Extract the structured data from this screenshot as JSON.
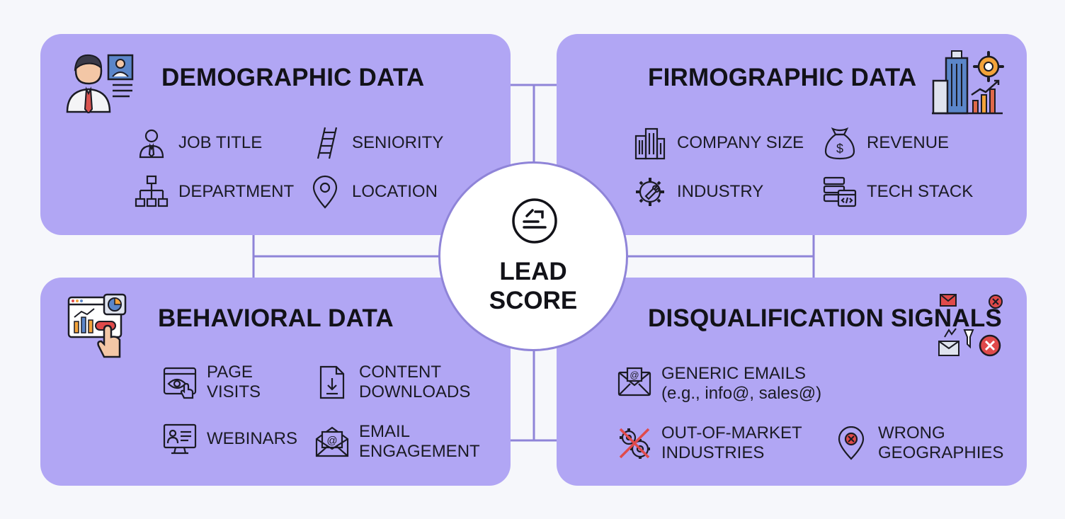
{
  "center": {
    "line1": "LEAD",
    "line2": "SCORE",
    "icon": "score-document-icon"
  },
  "demographic": {
    "title": "DEMOGRAPHIC DATA",
    "icon": "person-profile-icon",
    "items": [
      {
        "label": "JOB TITLE",
        "icon": "user-tie-icon"
      },
      {
        "label": "SENIORITY",
        "icon": "ladder-icon"
      },
      {
        "label": "DEPARTMENT",
        "icon": "org-chart-icon"
      },
      {
        "label": "LOCATION",
        "icon": "map-pin-icon"
      }
    ]
  },
  "firmographic": {
    "title": "FIRMOGRAPHIC DATA",
    "icon": "building-growth-icon",
    "items": [
      {
        "label": "COMPANY SIZE",
        "icon": "building-icon"
      },
      {
        "label": "REVENUE",
        "icon": "money-bag-icon"
      },
      {
        "label": "INDUSTRY",
        "icon": "gear-wrench-icon"
      },
      {
        "label": "TECH STACK",
        "icon": "server-code-icon"
      }
    ]
  },
  "behavioral": {
    "title": "BEHAVIORAL DATA",
    "icon": "analytics-click-icon",
    "items": [
      {
        "label1": "PAGE",
        "label2": "VISITS",
        "icon": "browser-eye-icon"
      },
      {
        "label1": "CONTENT",
        "label2": "DOWNLOADS",
        "icon": "file-download-icon"
      },
      {
        "label1": "WEBINARS",
        "label2": "",
        "icon": "monitor-presenter-icon"
      },
      {
        "label1": "EMAIL",
        "label2": "ENGAGEMENT",
        "icon": "open-envelope-at-icon"
      }
    ]
  },
  "disqualification": {
    "title": "DISQUALIFICATION SIGNALS",
    "icon": "reject-signals-icon",
    "items": [
      {
        "label1": "GENERIC EMAILS",
        "label2": "(e.g., info@, sales@)",
        "icon": "envelope-at-icon"
      },
      {
        "label1": "OUT-OF-MARKET",
        "label2": "INDUSTRIES",
        "icon": "crossed-gears-icon"
      },
      {
        "label1": "WRONG",
        "label2": "GEOGRAPHIES",
        "icon": "pin-x-icon"
      }
    ]
  },
  "colors": {
    "panel": "#b1a6f4",
    "line": "#8f84d8",
    "accent_red": "#e04a4a",
    "background": "#f6f7fb"
  }
}
